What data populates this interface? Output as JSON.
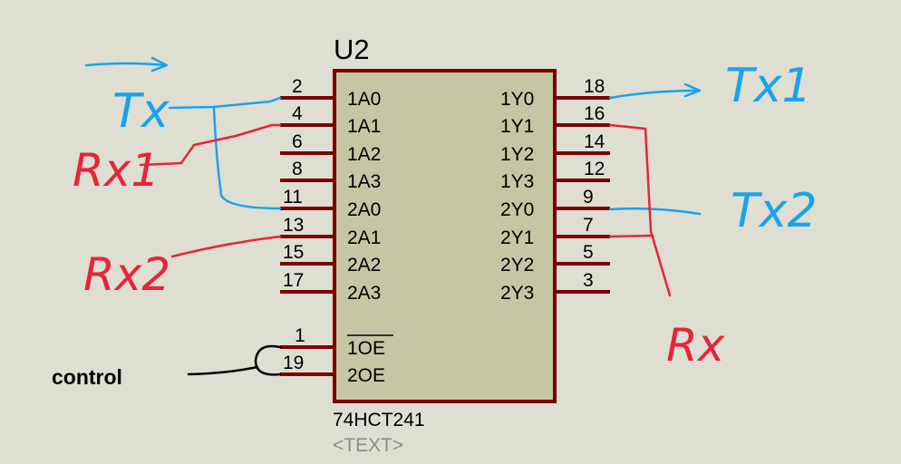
{
  "chip": {
    "ref": "U2",
    "part": "74HCT241",
    "text_placeholder": "<TEXT>",
    "fill_color": "#c6c6a4",
    "border_color": "#7a0000"
  },
  "left_pins": [
    {
      "num": "2",
      "name": "1A0"
    },
    {
      "num": "4",
      "name": "1A1"
    },
    {
      "num": "6",
      "name": "1A2"
    },
    {
      "num": "8",
      "name": "1A3"
    },
    {
      "num": "11",
      "name": "2A0"
    },
    {
      "num": "13",
      "name": "2A1"
    },
    {
      "num": "15",
      "name": "2A2"
    },
    {
      "num": "17",
      "name": "2A3"
    }
  ],
  "right_pins": [
    {
      "num": "18",
      "name": "1Y0"
    },
    {
      "num": "16",
      "name": "1Y1"
    },
    {
      "num": "14",
      "name": "1Y2"
    },
    {
      "num": "12",
      "name": "1Y3"
    },
    {
      "num": "9",
      "name": "2Y0"
    },
    {
      "num": "7",
      "name": "2Y1"
    },
    {
      "num": "5",
      "name": "2Y2"
    },
    {
      "num": "3",
      "name": "2Y3"
    }
  ],
  "enable_pins": [
    {
      "num": "1",
      "name": "1OE",
      "overbar": true
    },
    {
      "num": "19",
      "name": "2OE",
      "overbar": false
    }
  ],
  "annotations": {
    "tx": "Tx",
    "rx1": "Rx1",
    "rx2": "Rx2",
    "tx1": "Tx1",
    "tx2": "Tx2",
    "rx": "Rx",
    "control": "control"
  },
  "colors": {
    "blue_wire": "#1aa3e8",
    "red_wire": "#e8243a",
    "black_wire": "#000000"
  }
}
